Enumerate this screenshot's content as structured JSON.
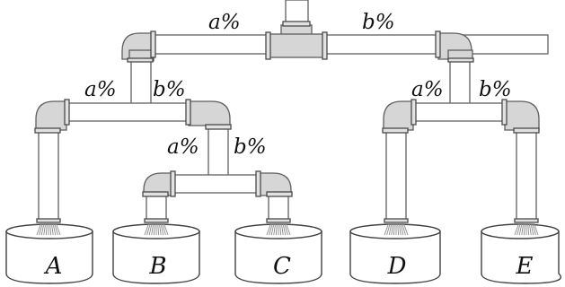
{
  "pipe_labels": {
    "top_left": "a%",
    "top_right": "b%",
    "left_a": "a%",
    "left_b": "b%",
    "mid_a": "a%",
    "mid_b": "b%",
    "right_a": "a%",
    "right_b": "b%"
  },
  "buckets": [
    "A",
    "B",
    "C",
    "D",
    "E"
  ]
}
